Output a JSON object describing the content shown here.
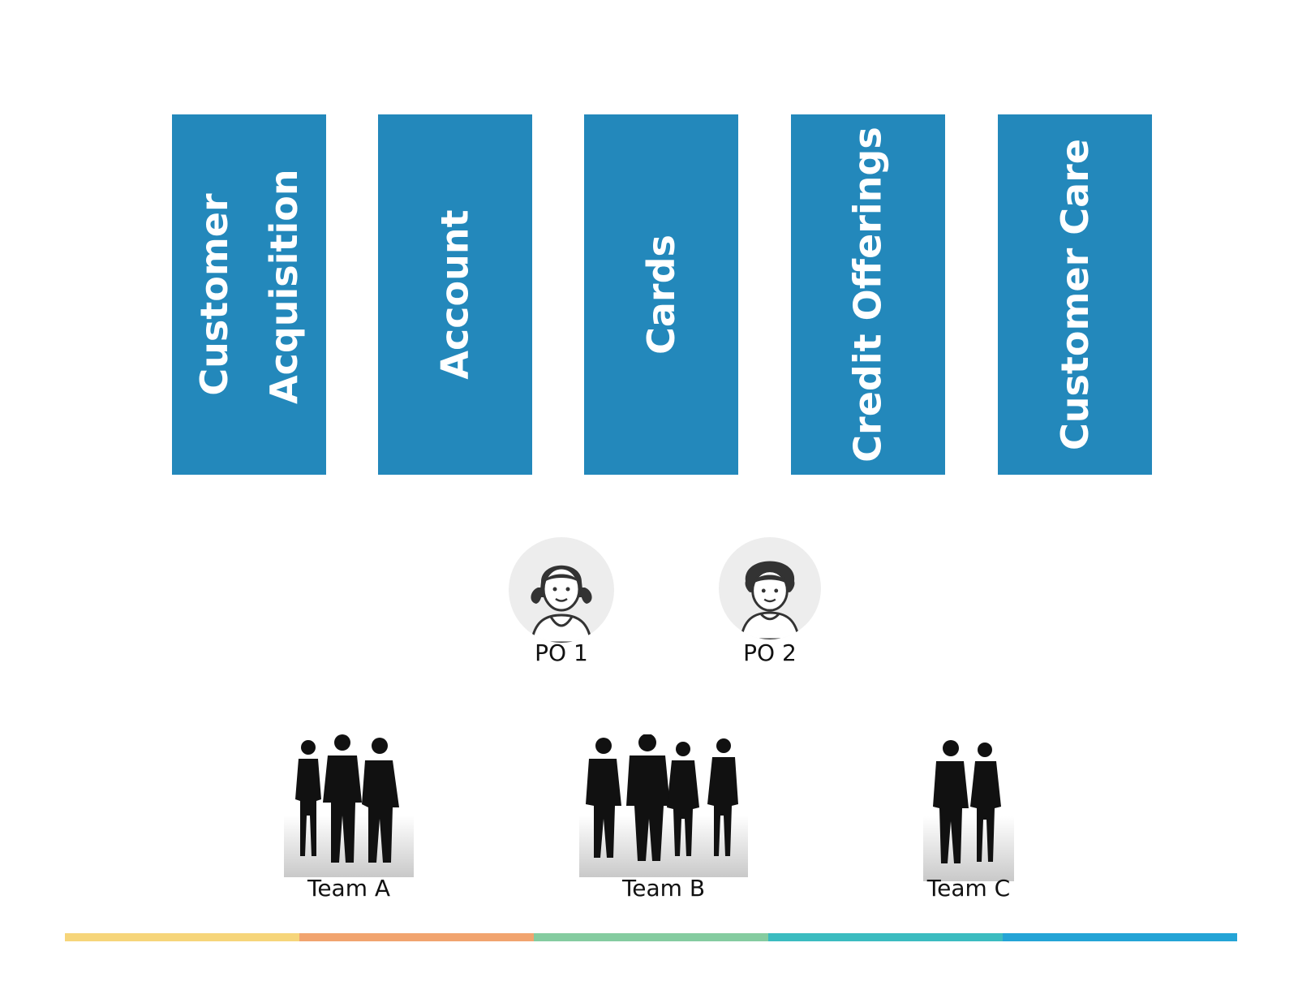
{
  "blocks": [
    {
      "label": "Customer Acquisition"
    },
    {
      "label": "Account"
    },
    {
      "label": "Cards"
    },
    {
      "label": "Credit Offerings"
    },
    {
      "label": "Customer Care"
    }
  ],
  "product_owners": [
    {
      "label": "PO 1",
      "icon": "woman-avatar-icon"
    },
    {
      "label": "PO 2",
      "icon": "man-avatar-icon"
    }
  ],
  "teams": [
    {
      "label": "Team A"
    },
    {
      "label": "Team B"
    },
    {
      "label": "Team C"
    }
  ],
  "colors": {
    "block": "#2388bb",
    "strip": [
      "#f6d57a",
      "#f1a46f",
      "#85cca0",
      "#3bbcc0",
      "#24a4d6"
    ]
  }
}
